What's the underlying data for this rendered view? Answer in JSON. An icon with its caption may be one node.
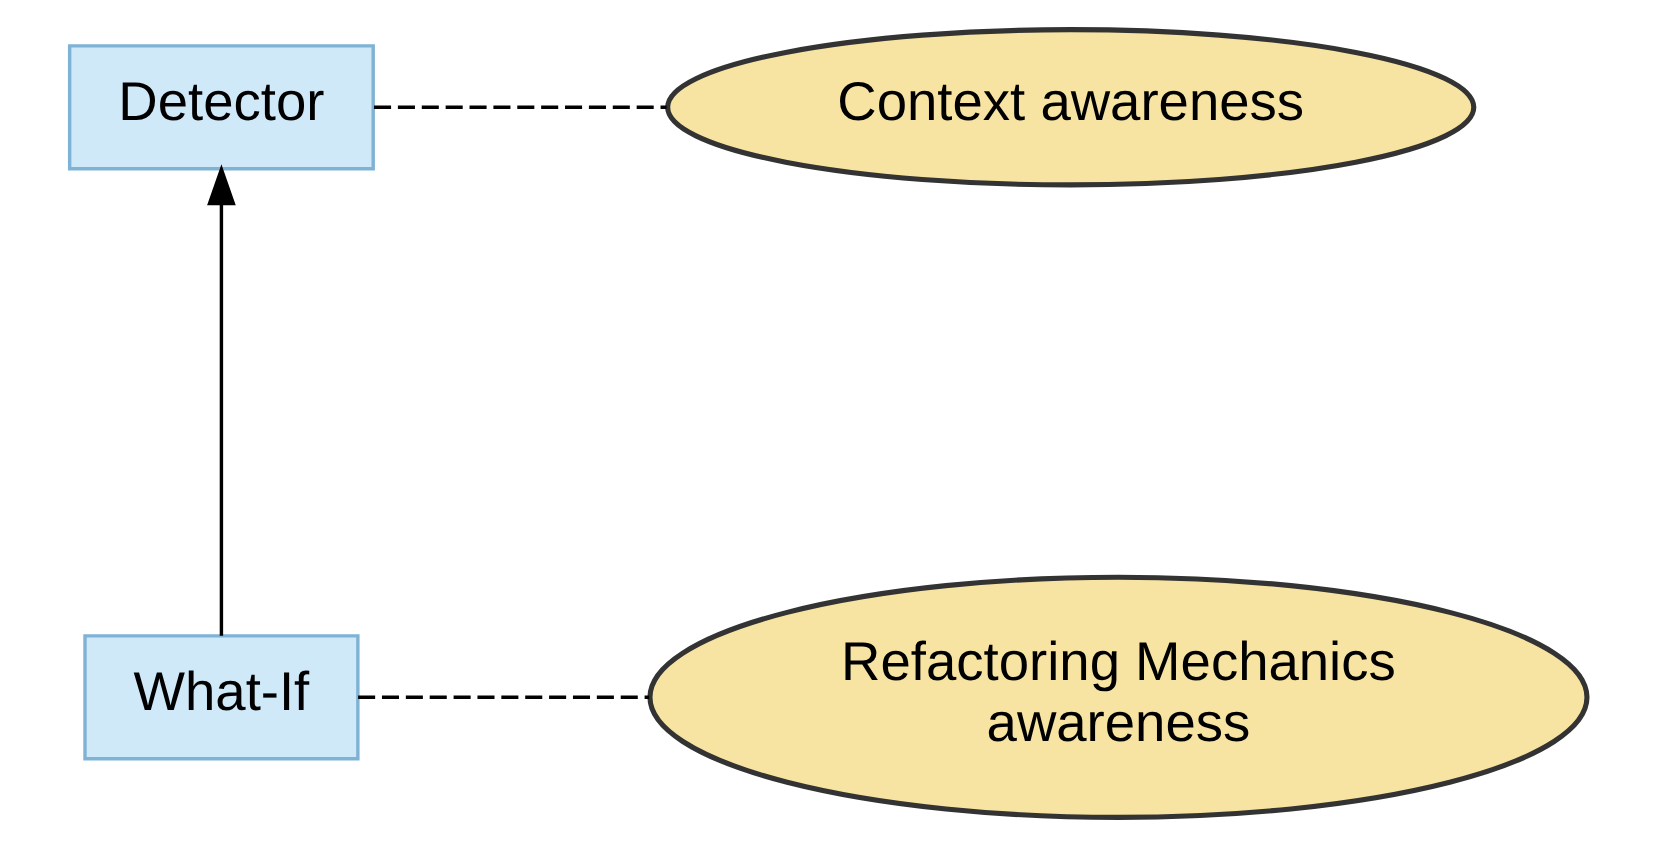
{
  "diagram": {
    "nodes": [
      {
        "text": [
          "Detector"
        ]
      },
      {
        "text": [
          "Context awareness"
        ]
      },
      {
        "text": [
          "What-If"
        ]
      },
      {
        "text": [
          "Refactoring Mechanics awareness"
        ]
      }
    ],
    "edges": [
      {
        "from": 0,
        "to": 1,
        "arrow": "none",
        "style": "dashed"
      },
      {
        "from": 2,
        "to": 0,
        "arrow": "to"
      },
      {
        "from": 2,
        "to": 3,
        "arrow": "none",
        "style": "dashed"
      }
    ]
  }
}
